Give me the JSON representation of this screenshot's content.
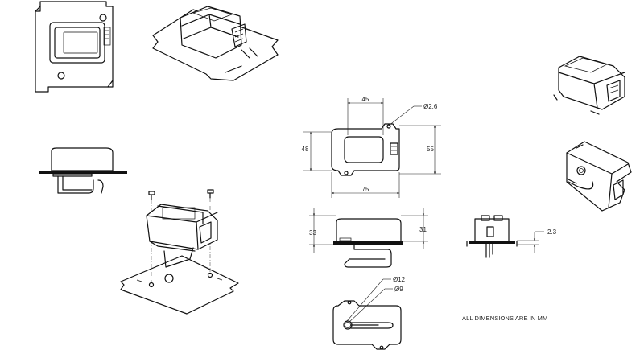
{
  "dimensions": {
    "top_width": "45",
    "hole_diameter": "Ø2.6",
    "left_height": "48",
    "right_height": "55",
    "bottom_width": "75",
    "side_left_height": "33",
    "side_right_height": "31",
    "plate_thickness": "2.3",
    "outer_diameter": "Ø12",
    "inner_diameter": "Ø9"
  },
  "note": "ALL DIMENSIONS ARE IN MM"
}
